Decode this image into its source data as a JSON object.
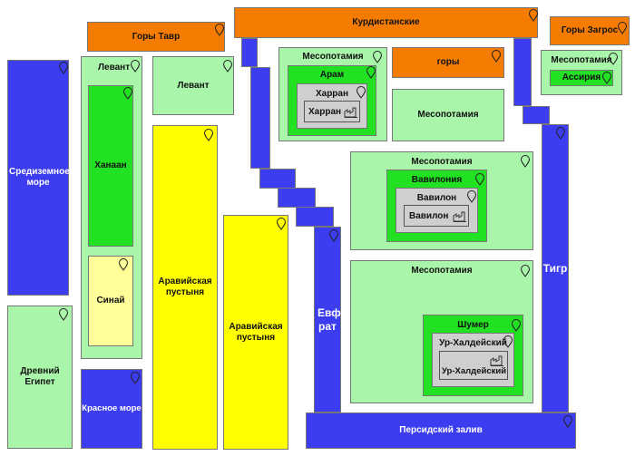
{
  "labels": {
    "kurdistan": "Курдистанские",
    "taurus": "Горы Тавр",
    "zagros": "Горы Загрос",
    "mountains": "горы",
    "mediterranean": "Средиземное море",
    "levant_group": "Левант",
    "levant": "Левант",
    "canaan": "Ханаан",
    "sinai": "Синай",
    "arabian_desert_1": "Аравийская пустыня",
    "arabian_desert_2": "Аравийская пустыня",
    "egypt": "Древний Египет",
    "red_sea": "Красное море",
    "persian_gulf": "Персидский залив",
    "tigris": "Тигр",
    "euphrates": "Евф рат",
    "mesopotamia_top": "Месопотамия",
    "aram": "Арам",
    "harran_group": "Харран",
    "harran": "Харран",
    "mesopotamia_mid": "Месопотамия",
    "mesopotamia_right": "Месопотамия",
    "assyria": "Ассирия",
    "mesopotamia_babylon": "Месопотамия",
    "babylonia": "Вавилония",
    "babylon_group": "Вавилон",
    "babylon": "Вавилон",
    "mesopotamia_bottom": "Месопотамия",
    "sumer": "Шумер",
    "ur_group": "Ур-Халдейский",
    "ur": "Ур-Халдейский"
  },
  "colors": {
    "mountain": "#f57c00",
    "water": "#3c3cf0",
    "region": "#a9f5a9",
    "state": "#22e022",
    "city": "#cfcfcf",
    "desert": "#ffff00",
    "sinai": "#ffff99"
  },
  "icons": {
    "pin": "map-pin-icon",
    "factory": "factory-icon"
  }
}
